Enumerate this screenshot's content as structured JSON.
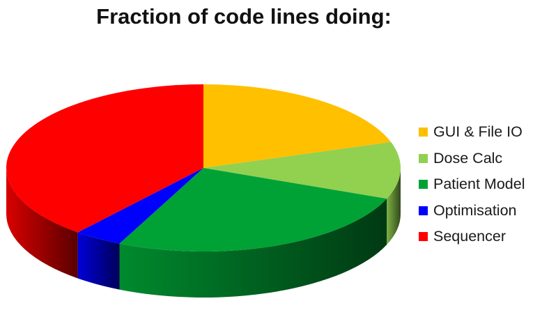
{
  "chart_data": {
    "type": "pie",
    "style": "3d",
    "title": "Fraction of code lines doing:",
    "legend_position": "right",
    "slices": [
      {
        "label": "GUI & File IO",
        "value": 20,
        "color": "#FFC000"
      },
      {
        "label": "Dose Calc",
        "value": 11,
        "color": "#92D050"
      },
      {
        "label": "Patient Model",
        "value": 26,
        "color": "#00A235"
      },
      {
        "label": "Optimisation",
        "value": 4,
        "color": "#0000FF"
      },
      {
        "label": "Sequencer",
        "value": 39,
        "color": "#FF0000"
      }
    ]
  }
}
